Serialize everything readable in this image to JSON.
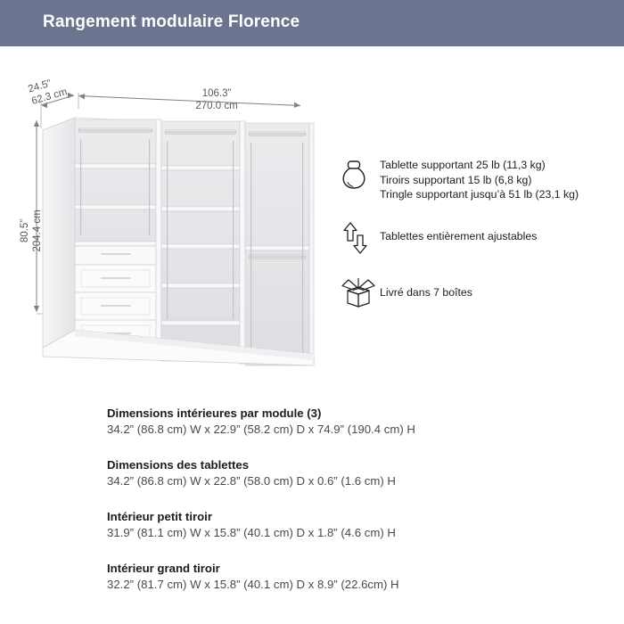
{
  "header": {
    "title": "Rangement modulaire Florence",
    "bar_color": "#6d7490",
    "title_color": "#ffffff"
  },
  "dimensions": {
    "depth": {
      "inches": "24.5”",
      "metric": "62.3 cm"
    },
    "width": {
      "inches": "106.3”",
      "metric": "270.0 cm"
    },
    "height": {
      "inches": "80.5”",
      "metric": "204.4 cm"
    }
  },
  "features": [
    {
      "icon": "kettlebell-icon",
      "lines": [
        "Tablette supportant 25 lb (11,3 kg)",
        "Tiroirs supportant 15 lb (6,8 kg)",
        "Tringle supportant jusqu’à 51 lb (23,1 kg)"
      ]
    },
    {
      "icon": "up-down-arrows-icon",
      "lines": [
        "Tablettes entièrement ajustables"
      ]
    },
    {
      "icon": "shipping-box-icon",
      "lines": [
        "Livré dans 7 boîtes"
      ]
    }
  ],
  "specs": [
    {
      "title": "Dimensions intérieures par module (3)",
      "value": "34.2” (86.8 cm) W x 22.9” (58.2 cm) D x 74.9” (190.4 cm) H"
    },
    {
      "title": "Dimensions des tablettes",
      "value": "34.2” (86.8 cm) W x 22.8” (58.0 cm) D x 0.6” (1.6 cm) H"
    },
    {
      "title": "Intérieur petit tiroir",
      "value": "31.9” (81.1 cm) W x 15.8” (40.1 cm) D x 1.8” (4.6 cm) H"
    },
    {
      "title": "Intérieur grand tiroir",
      "value": "32.2” (81.7 cm) W x 15.8” (40.1 cm) D x 8.9” (22.6cm) H"
    }
  ],
  "product_image": {
    "alt": "Rangement modulaire Florence — trois modules ouverts en blanc",
    "modules": 3,
    "body_color": "#ffffff",
    "interior_color": "#e8e9eb"
  }
}
